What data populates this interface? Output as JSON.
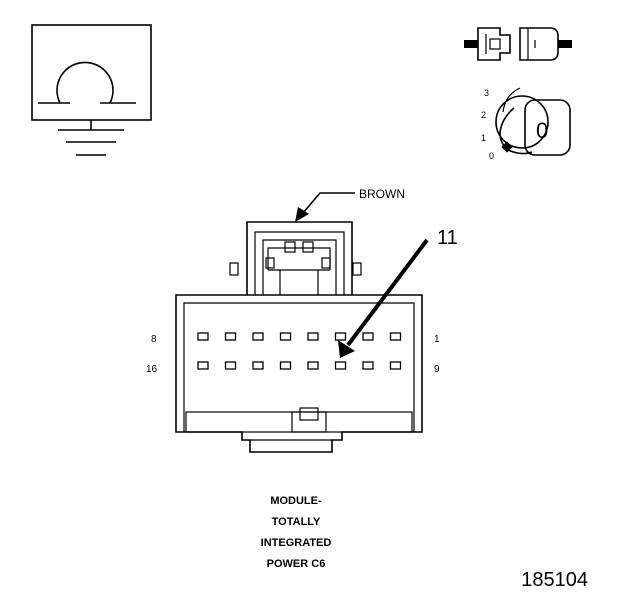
{
  "symbols": {
    "ohm_ground_icon": "ohmmeter-ground-icon",
    "connector_icon": "disconnected-connector-icon",
    "ignition_icon": "ignition-key-position-icon",
    "ignition_positions": [
      "3",
      "2",
      "1",
      "0"
    ],
    "ignition_key_label": "0"
  },
  "connector": {
    "wire_color_label": "BROWN",
    "pin_callout": "11",
    "left_top_pin": "8",
    "right_top_pin": "1",
    "left_bottom_pin": "16",
    "right_bottom_pin": "9",
    "top_row_count": 8,
    "bottom_row_count": 8
  },
  "caption": {
    "lines": [
      "MODULE-",
      "TOTALLY",
      "INTEGRATED",
      "POWER C6"
    ]
  },
  "figure_number": "185104"
}
